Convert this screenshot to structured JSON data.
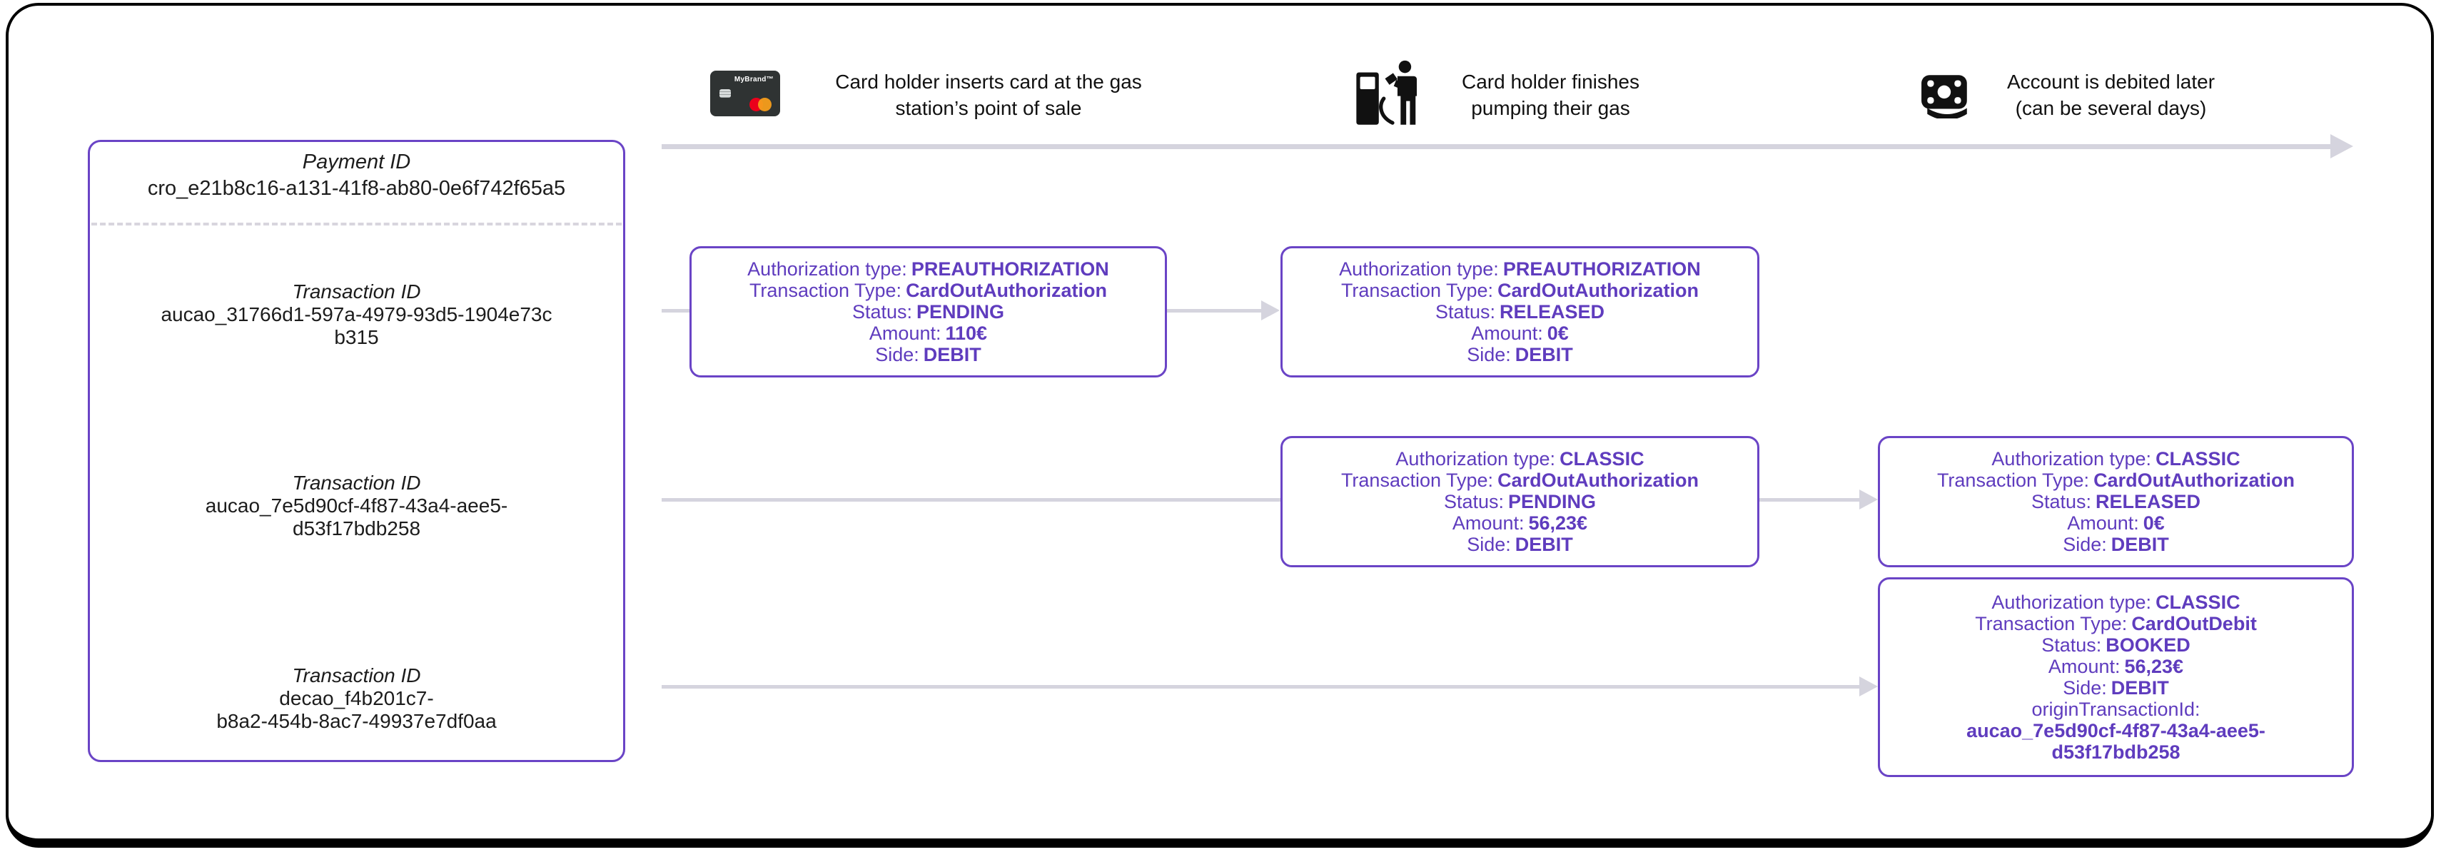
{
  "colors": {
    "accent_purple_border": "#6A44C6",
    "accent_purple_text": "#5F3CBE",
    "connector_gray": "#D5D4DE",
    "dashed_divider": "#D8D5DE",
    "text_black": "#1C1C1C",
    "card_dark": "#2F3333",
    "mastercard_red": "#EB001B",
    "mastercard_orange": "#F79E1B"
  },
  "timeline": {
    "card_brand": "MyBrand™",
    "stages": [
      {
        "icon": "payment-card-icon",
        "line1": "Card holder inserts card at the gas",
        "line2": "station’s point of sale"
      },
      {
        "icon": "gas-pump-icon",
        "line1": "Card holder finishes",
        "line2": "pumping their gas"
      },
      {
        "icon": "banknote-icon",
        "line1": "Account is debited later",
        "line2": "(can be several days)"
      }
    ]
  },
  "id_panel": {
    "payment_label": "Payment ID",
    "payment_id": "cro_e21b8c16-a131-41f8-ab80-0e6f742f65a5",
    "transactions": [
      {
        "label": "Transaction ID",
        "line1": "aucao_31766d1-597a-4979-93d5-1904e73c",
        "line2": "b315"
      },
      {
        "label": "Transaction ID",
        "line1": "aucao_7e5d90cf-4f87-43a4-aee5-",
        "line2": "d53f17bdb258"
      },
      {
        "label": "Transaction ID",
        "line1": "decao_f4b201c7-",
        "line2": "b8a2-454b-8ac7-49937e7df0aa"
      }
    ]
  },
  "cards": [
    {
      "fields": [
        {
          "label": "Authorization type:",
          "value": "PREAUTHORIZATION"
        },
        {
          "label": "Transaction Type:",
          "value": "CardOutAuthorization"
        },
        {
          "label": "Status:",
          "value": "PENDING"
        },
        {
          "label": "Amount:",
          "value": "110€"
        },
        {
          "label": "Side:",
          "value": "DEBIT"
        }
      ]
    },
    {
      "fields": [
        {
          "label": "Authorization type:",
          "value": "PREAUTHORIZATION"
        },
        {
          "label": "Transaction Type:",
          "value": "CardOutAuthorization"
        },
        {
          "label": "Status:",
          "value": "RELEASED"
        },
        {
          "label": "Amount:",
          "value": "0€"
        },
        {
          "label": "Side:",
          "value": "DEBIT"
        }
      ]
    },
    {
      "fields": [
        {
          "label": "Authorization type:",
          "value": "CLASSIC"
        },
        {
          "label": "Transaction Type:",
          "value": "CardOutAuthorization"
        },
        {
          "label": "Status:",
          "value": "PENDING"
        },
        {
          "label": "Amount:",
          "value": "56,23€"
        },
        {
          "label": "Side:",
          "value": "DEBIT"
        }
      ]
    },
    {
      "fields": [
        {
          "label": "Authorization type:",
          "value": "CLASSIC"
        },
        {
          "label": "Transaction Type:",
          "value": "CardOutAuthorization"
        },
        {
          "label": "Status:",
          "value": "RELEASED"
        },
        {
          "label": "Amount:",
          "value": "0€"
        },
        {
          "label": "Side:",
          "value": "DEBIT"
        }
      ]
    },
    {
      "fields": [
        {
          "label": "Authorization type:",
          "value": "CLASSIC"
        },
        {
          "label": "Transaction Type:",
          "value": "CardOutDebit"
        },
        {
          "label": "Status:",
          "value": "BOOKED"
        },
        {
          "label": "Amount:",
          "value": "56,23€"
        },
        {
          "label": "Side:",
          "value": "DEBIT"
        }
      ],
      "origin_label": "originTransactionId:",
      "origin_line1": "aucao_7e5d90cf-4f87-43a4-aee5-",
      "origin_line2": "d53f17bdb258"
    }
  ]
}
